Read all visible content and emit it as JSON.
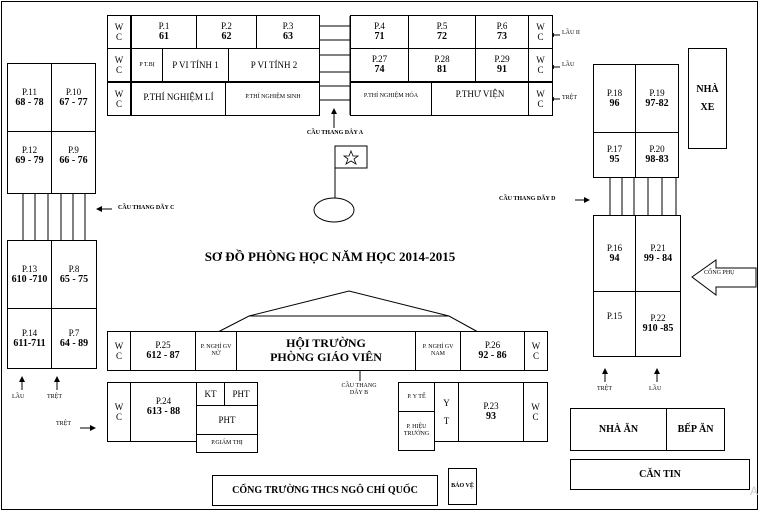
{
  "title": "SƠ ĐỒ PHÒNG HỌC NĂM HỌC 2014-2015",
  "wc": "W C",
  "top_block": {
    "row1": [
      {
        "room": "P.1",
        "cls": "61"
      },
      {
        "room": "P.2",
        "cls": "62"
      },
      {
        "room": "P.3",
        "cls": "63"
      },
      {
        "room": "P.4",
        "cls": "71"
      },
      {
        "room": "P.5",
        "cls": "72"
      },
      {
        "room": "P.6",
        "cls": "73"
      }
    ],
    "row2": {
      "p_tbi": "P T.BỊ",
      "vt1": "P VI TÍNH 1",
      "vt2": "P VI TÍNH 2",
      "p27": {
        "room": "P.27",
        "cls": "74"
      },
      "p28": {
        "room": "P.28",
        "cls": "81"
      },
      "p29": {
        "room": "P.29",
        "cls": "91"
      }
    },
    "row3": {
      "li": "P.THÍ NGHIỆM LÍ",
      "sinh": "P.THÍ NGHIỆM SINH",
      "hoa": "P.THÍ NGHIỆM HÓA",
      "tv": "P.THƯ VIỆN"
    },
    "floor_labels": [
      "LẦU II",
      "LẦU",
      "TRỆT"
    ]
  },
  "stair_a": "CẦU THANG DÂY A",
  "stair_b": "CẦU THANG DÃY B",
  "stair_c": "CẦU THANG DÃY C",
  "stair_d": "CẦU THANG DÃY D",
  "left_top": [
    {
      "room": "P.11",
      "cls": "68 - 78"
    },
    {
      "room": "P.10",
      "cls": "67 - 77"
    },
    {
      "room": "P.12",
      "cls": "69 - 79"
    },
    {
      "room": "P.9",
      "cls": "66 - 76"
    }
  ],
  "left_bottom": [
    {
      "room": "P.13",
      "cls": "610 -710"
    },
    {
      "room": "P.8",
      "cls": "65 - 75"
    },
    {
      "room": "P.14",
      "cls": "611-711"
    },
    {
      "room": "P.7",
      "cls": "64 - 89"
    }
  ],
  "left_labels": {
    "lau": "LẦU",
    "tret": "TRỆT",
    "tret2": "TRỆT"
  },
  "right_top": [
    {
      "room": "P.18",
      "cls": "96"
    },
    {
      "room": "P.19",
      "cls": "97-82"
    },
    {
      "room": "P.17",
      "cls": "95"
    },
    {
      "room": "P.20",
      "cls": "98-83"
    }
  ],
  "right_bottom": [
    {
      "room": "P.16",
      "cls": "94"
    },
    {
      "room": "P.21",
      "cls": "99 - 84"
    },
    {
      "room": "P.15",
      "cls": ""
    },
    {
      "room": "P.22",
      "cls": "910 -85"
    }
  ],
  "right_labels": {
    "tret": "TRỆT",
    "lau": "LẦU"
  },
  "nha_xe": "NHÀ XE",
  "cong_phu": "CỔNG PHỤ",
  "nha_an": "NHÀ ĂN",
  "bep_an": "BẾP ĂN",
  "can_tin": "CĂN TIN",
  "hall": {
    "l1": "HỘI TRƯỜNG",
    "l2": "PHÒNG GIÁO VIÊN"
  },
  "p25": {
    "room": "P.25",
    "cls": "612 - 87"
  },
  "p26": {
    "room": "P.26",
    "cls": "92 - 86"
  },
  "nghi_nu": "P. NGHỈ GV NỮ",
  "nghi_nam": "P. NGHỈ GV NAM",
  "p24": {
    "room": "P.24",
    "cls": "613 - 88"
  },
  "kt": "KT",
  "pht": "PHT",
  "pht2": "PHT",
  "giam_thi": "P.GIÁM THỊ",
  "p23": {
    "room": "P.23",
    "cls": "93"
  },
  "p_ytv": "P. Y TẾ",
  "yte": "Y T",
  "hieu_truong": "P. HIỆU TRƯỞNG",
  "gate": "CỔNG TRƯỜNG THCS NGÔ CHÍ QUỐC",
  "bao_ve": "BẢO VỆ"
}
